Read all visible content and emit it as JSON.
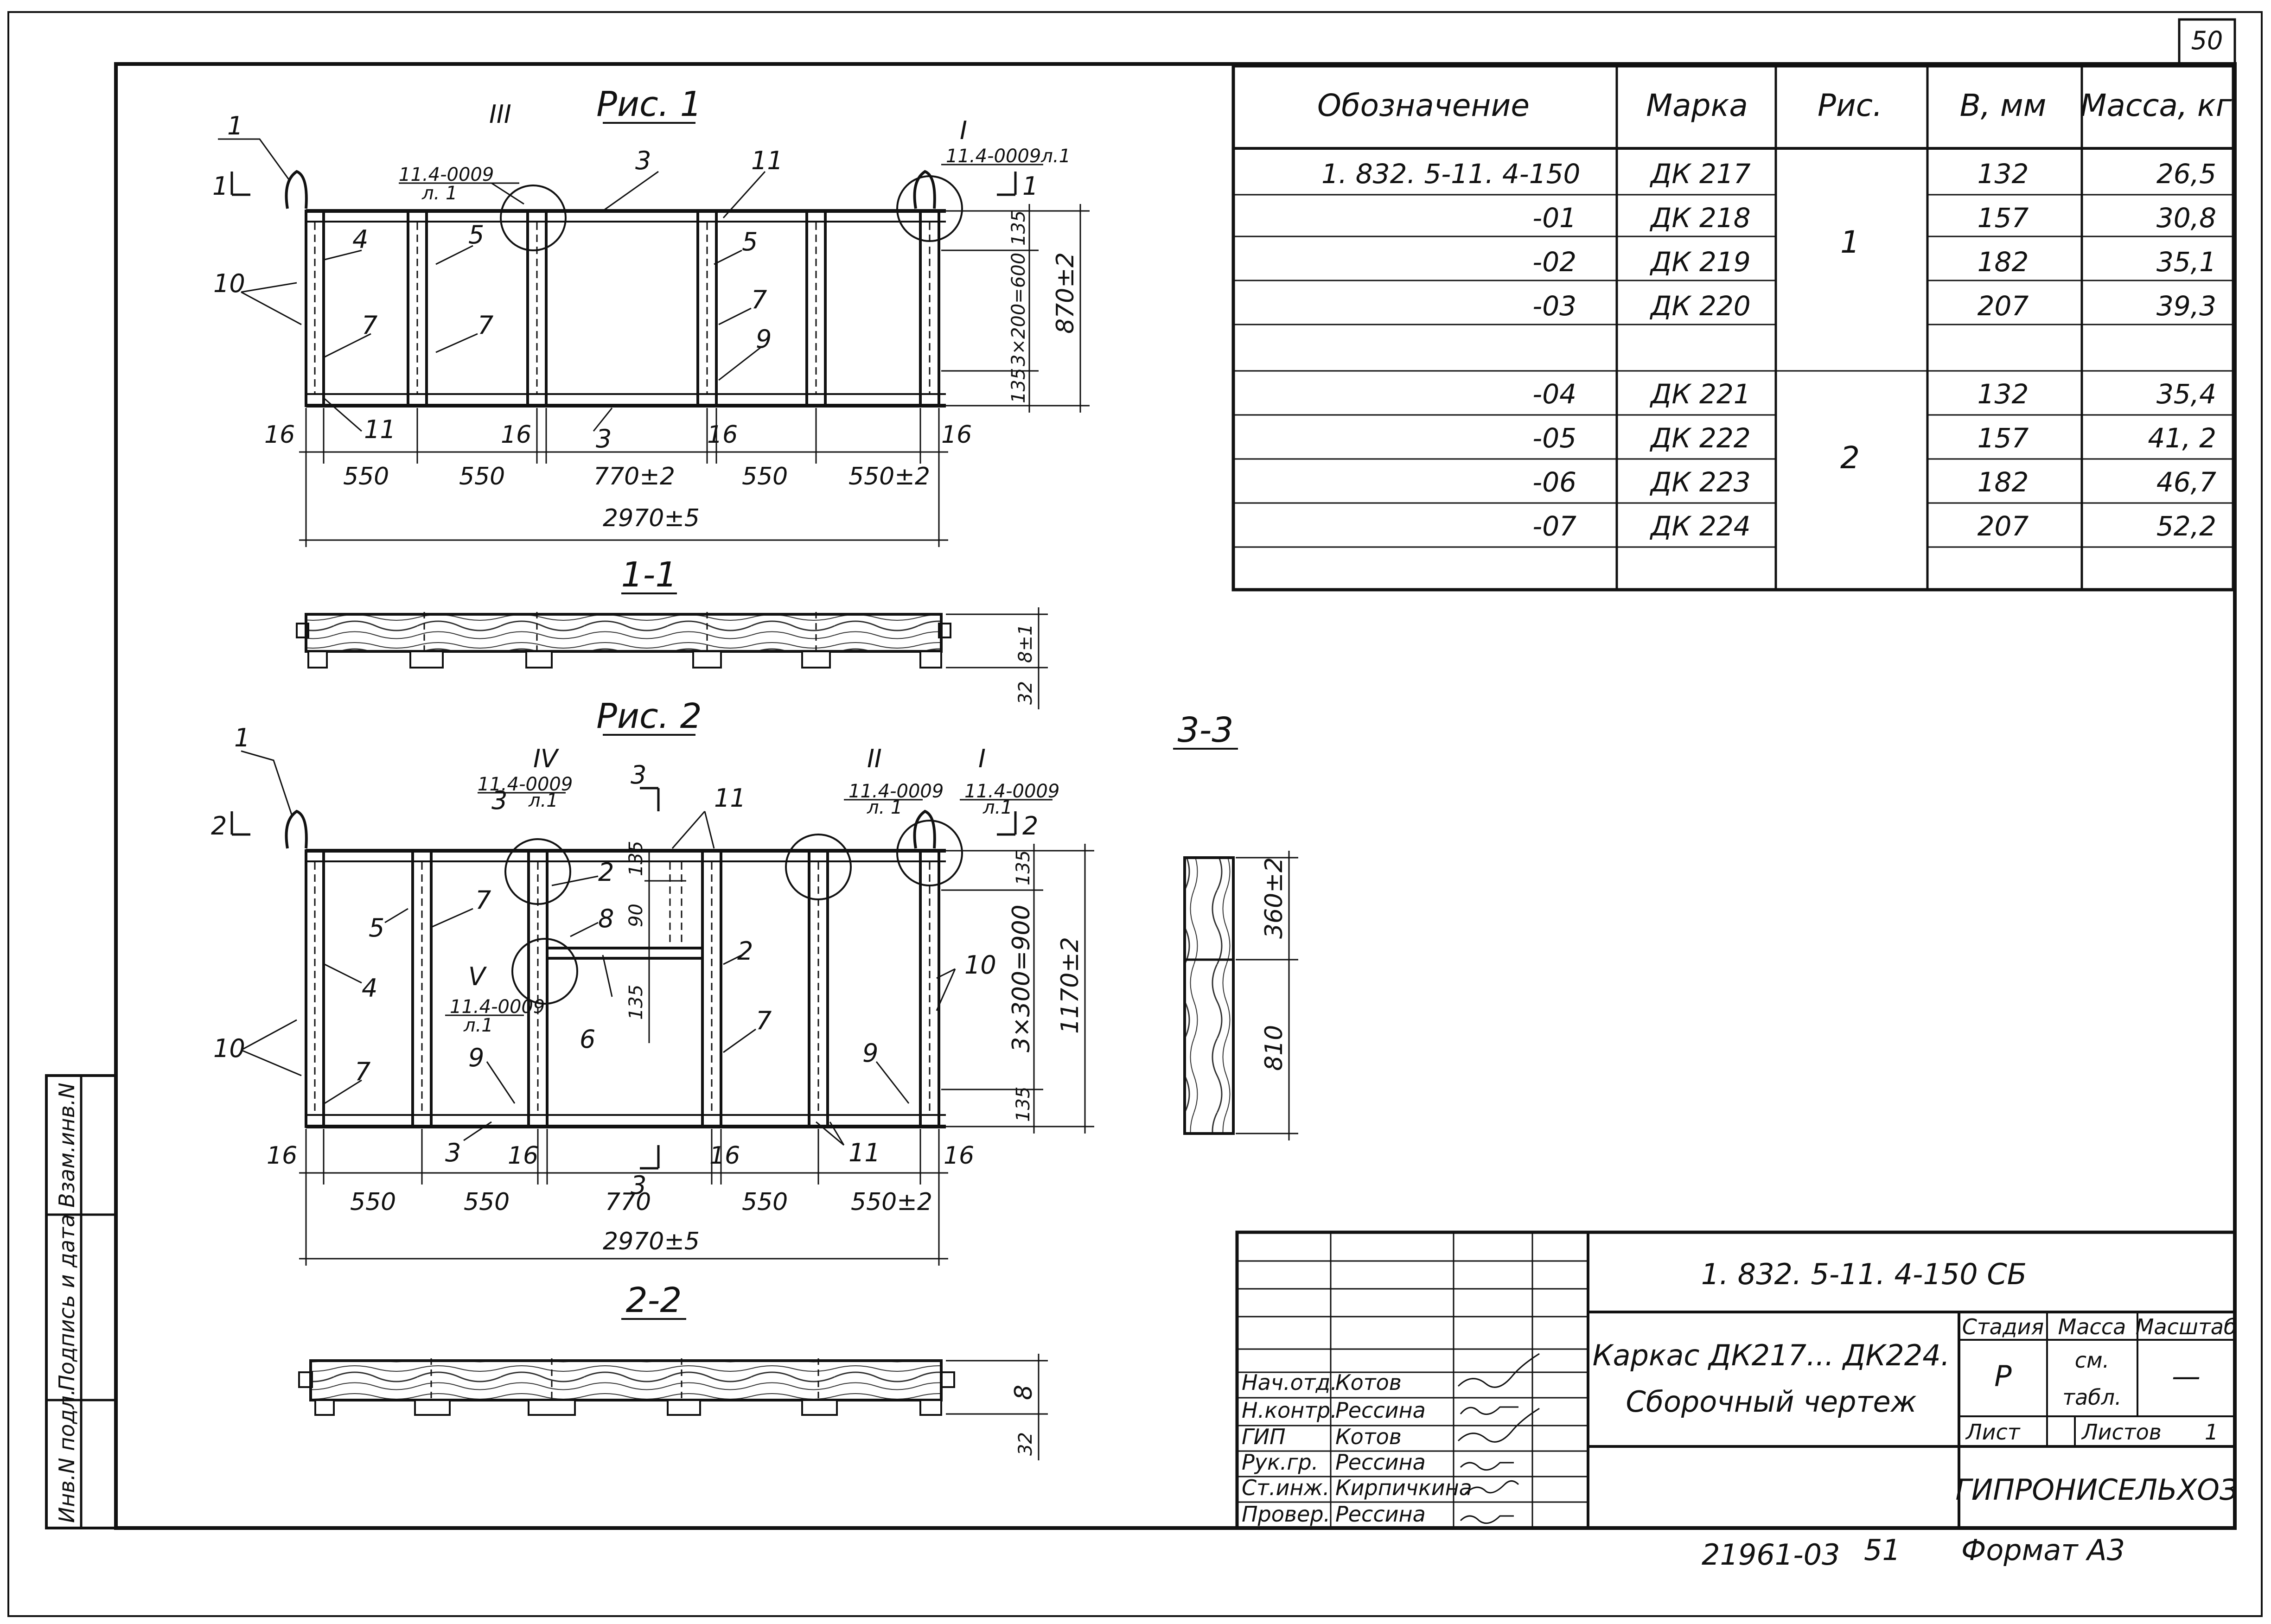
{
  "sheet": {
    "page_number": "50",
    "bottom_codes": {
      "inventory": "21961-03",
      "sheet_seq": "51",
      "format": "Формат А3"
    }
  },
  "side_stamp": [
    "Инв.N подл.",
    "Подпись и дата",
    "Взам.инв.N"
  ],
  "fig1": {
    "title": "Рис. 1",
    "part_labels": [
      "1",
      "3",
      "11",
      "4",
      "5",
      "10",
      "7",
      "7",
      "5",
      "7",
      "9",
      "11",
      "3",
      "11"
    ],
    "section_marks": [
      "1",
      "1"
    ],
    "callouts": [
      {
        "roman": "III",
        "ref": "11.4-0009",
        "sheet": "л. 1"
      },
      {
        "roman": "I",
        "ref": "11.4-0009л.1",
        "sheet": ""
      }
    ],
    "dims_bottom": [
      "16",
      "550",
      "550",
      "16",
      "770±2",
      "16",
      "550",
      "550±2",
      "16"
    ],
    "overall_length": "2970±5",
    "dims_right": [
      "135",
      "3×200=600",
      "135"
    ],
    "overall_height": "870±2"
  },
  "section_1_1": {
    "title": "1-1",
    "dims": [
      "8±1",
      "32"
    ]
  },
  "fig2": {
    "title": "Рис. 2",
    "part_labels": [
      "1",
      "3",
      "2",
      "8",
      "11",
      "5",
      "7",
      "4",
      "10",
      "7",
      "9",
      "6",
      "2",
      "7",
      "9",
      "10",
      "3",
      "11"
    ],
    "section_marks": [
      "2",
      "2",
      "3",
      "3"
    ],
    "callouts": [
      {
        "roman": "IV",
        "ref": "11.4-0009",
        "sheet": "л.1"
      },
      {
        "roman": "II",
        "ref": "11.4-0009",
        "sheet": "л. 1"
      },
      {
        "roman": "I",
        "ref": "11.4-0009",
        "sheet": "л.1"
      },
      {
        "roman": "V",
        "ref": "11.4-0009",
        "sheet": "л.1"
      }
    ],
    "dims_inner": [
      "135",
      "90",
      "135"
    ],
    "dims_bottom": [
      "16",
      "550",
      "550",
      "16",
      "770",
      "16",
      "550",
      "550±2",
      "16"
    ],
    "overall_length": "2970±5",
    "dims_right": [
      "135",
      "3×300=900",
      "135"
    ],
    "overall_height": "1170±2"
  },
  "section_2_2": {
    "title": "2-2",
    "dims": [
      "8",
      "32"
    ]
  },
  "section_3_3": {
    "title": "3-3",
    "dims": [
      "360±2",
      "810"
    ]
  },
  "spec_table": {
    "headers": [
      "Обозначение",
      "Марка",
      "Рис.",
      "В, мм",
      "Масса, кг"
    ],
    "rows": [
      {
        "designation": "1. 832. 5-11. 4-150",
        "mark": "ДК 217",
        "b": "132",
        "mass": "26,5"
      },
      {
        "designation": "-01",
        "mark": "ДК 218",
        "b": "157",
        "mass": "30,8"
      },
      {
        "designation": "-02",
        "mark": "ДК 219",
        "b": "182",
        "mass": "35,1"
      },
      {
        "designation": "-03",
        "mark": "ДК 220",
        "b": "207",
        "mass": "39,3"
      },
      {
        "designation": "",
        "mark": "",
        "b": "",
        "mass": ""
      },
      {
        "designation": "-04",
        "mark": "ДК 221",
        "b": "132",
        "mass": "35,4"
      },
      {
        "designation": "-05",
        "mark": "ДК 222",
        "b": "157",
        "mass": "41, 2"
      },
      {
        "designation": "-06",
        "mark": "ДК 223",
        "b": "182",
        "mass": "46,7"
      },
      {
        "designation": "-07",
        "mark": "ДК 224",
        "b": "207",
        "mass": "52,2"
      },
      {
        "designation": "",
        "mark": "",
        "b": "",
        "mass": ""
      }
    ],
    "fig_groups": [
      "1",
      "2"
    ]
  },
  "title_block": {
    "doc_number": "1. 832. 5-11. 4-150 СБ",
    "title_line1": "Каркас ДК217... ДК224.",
    "title_line2": "Сборочный чертеж",
    "stage_header": "Стадия",
    "mass_header": "Масса",
    "scale_header": "Масштаб",
    "stage": "Р",
    "mass_line1": "см.",
    "mass_line2": "табл.",
    "scale": "—",
    "sheet_label": "Лист",
    "sheets_label": "Листов",
    "sheets_count": "1",
    "org": "ГИПРОНИСЕЛЬХОЗ",
    "signatures": [
      {
        "role": "Нач.отд.",
        "name": "Котов"
      },
      {
        "role": "Н.контр.",
        "name": "Рессина"
      },
      {
        "role": "ГИП",
        "name": "Котов"
      },
      {
        "role": "Рук.гр.",
        "name": "Рессина"
      },
      {
        "role": "Ст.инж.",
        "name": "Кирпичкина"
      },
      {
        "role": "Провер.",
        "name": "Рессина"
      }
    ]
  }
}
